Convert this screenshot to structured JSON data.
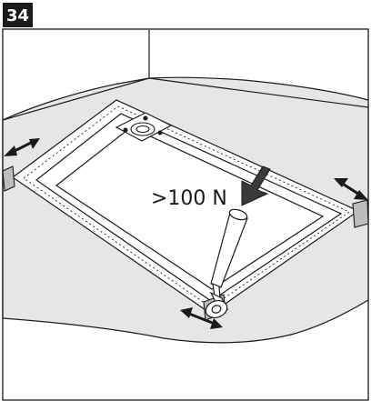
{
  "step": {
    "number": "34",
    "badge_color": "#1a1a1a",
    "badge_text_color": "#ffffff"
  },
  "annotation": {
    "force_label": ">100 N"
  },
  "colors": {
    "line": "#1a1a1a",
    "floor_fill": "#e6e6e6",
    "frame_fill": "#ffffff",
    "background": "#ffffff"
  },
  "icons": {
    "step_badge": "step-number-badge",
    "press_arrow": "down-arrow-icon",
    "adjust_arrows": "double-headed-arrow-icon",
    "tool": "pressure-roller-icon",
    "drain": "drain-icon"
  }
}
